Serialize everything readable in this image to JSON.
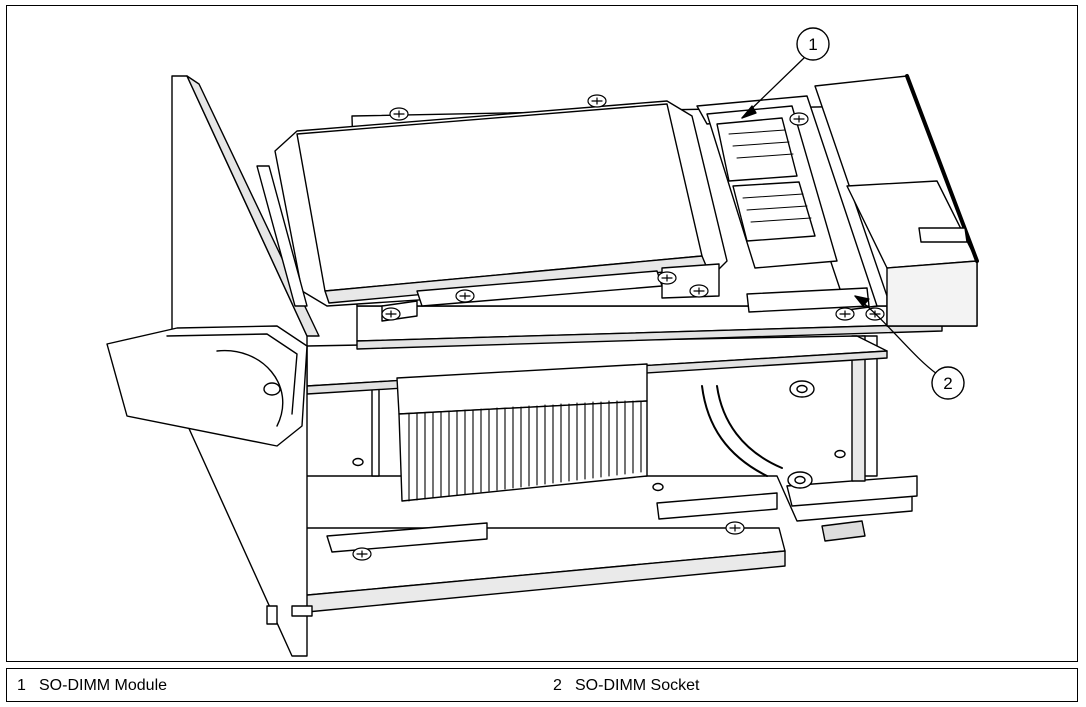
{
  "callouts": [
    {
      "number": "1"
    },
    {
      "number": "2"
    }
  ],
  "legend": [
    {
      "number": "1",
      "label": "SO-DIMM Module"
    },
    {
      "number": "2",
      "label": "SO-DIMM Socket"
    }
  ]
}
